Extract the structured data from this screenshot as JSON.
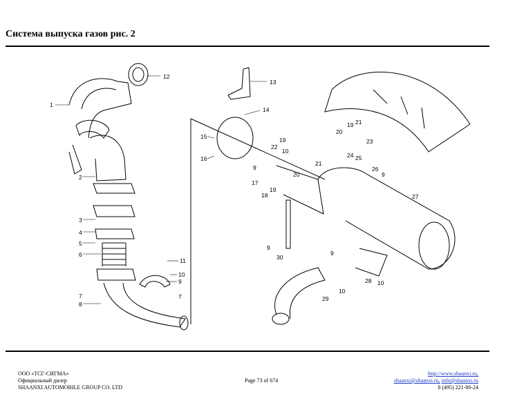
{
  "header": {
    "title": "Система выпуска газов рис. 2"
  },
  "diagram": {
    "callouts": [
      "1",
      "12",
      "13",
      "14",
      "15",
      "16",
      "17",
      "9",
      "10",
      "19",
      "22",
      "18",
      "19",
      "20",
      "21",
      "21",
      "19",
      "20",
      "23",
      "24",
      "25",
      "26",
      "9",
      "27",
      "2",
      "3",
      "4",
      "5",
      "6",
      "11",
      "10",
      "9",
      "7",
      "7",
      "8",
      "9",
      "30",
      "9",
      "28",
      "29",
      "10",
      "10"
    ]
  },
  "footer": {
    "company": "ООО «ТСГ-СИГМА»",
    "dealer": "Официальный дилер",
    "manufacturer": "SHAANXI AUTOMOBILE GROUP CO. LTD",
    "page": "Page 73 of 674",
    "website": "http://www.shaanxi.ru,",
    "email1": "shaanxi@shaanxi.ru,",
    "email2": "info@shaanxi.ru",
    "phone": "8 (495) 221-80-24"
  }
}
